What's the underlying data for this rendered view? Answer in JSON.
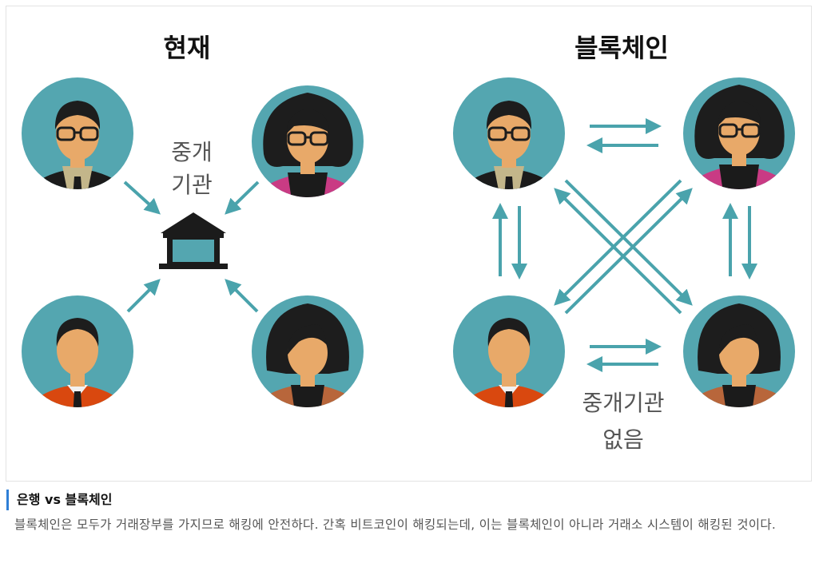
{
  "diagram": {
    "left_title": "현재",
    "right_title": "블록체인",
    "intermediary_label_line1": "중개",
    "intermediary_label_line2": "기관",
    "no_intermediary_line1": "중개기관",
    "no_intermediary_line2": "없음"
  },
  "colors": {
    "circle_bg": "#54a6b0",
    "arrow": "#4aa3ac",
    "skin": "#e8a969",
    "hair": "#1d1d1d",
    "magenta": "#c93b84",
    "orange_red": "#d9480f",
    "brown": "#b8663b",
    "khaki": "#c3b68a",
    "accent_bar": "#2f7fd6"
  },
  "caption": {
    "title": "은행 vs 블록체인",
    "body": "블록체인은 모두가 거래장부를 가지므로 해킹에 안전하다. 간혹 비트코인이 해킹되는데, 이는 블록체인이 아니라 거래소 시스템이 해킹된 것이다."
  }
}
